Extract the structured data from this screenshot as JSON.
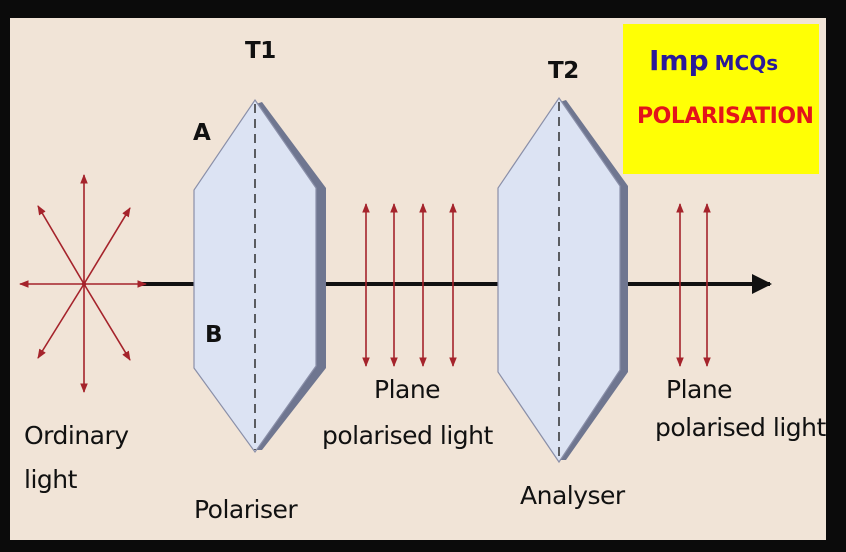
{
  "labels": {
    "t1": "T1",
    "t2": "T2",
    "a": "A",
    "b": "B",
    "ordinary_light_line1": "Ordinary",
    "ordinary_light_line2": "light",
    "plane_polarised_mid_line1": "Plane",
    "plane_polarised_mid_line2": "polarised light",
    "plane_polarised_right_line1": "Plane",
    "plane_polarised_right_line2": "polarised light",
    "polariser": "Polariser",
    "analyser": "Analyser"
  },
  "badge": {
    "imp": "Imp",
    "mcqs": "MCQs",
    "topic": "POLARISATION"
  },
  "colors": {
    "background": "#f1e4d7",
    "crystal_fill": "#dce3f3",
    "crystal_edge": "#6f7690",
    "arrow_red": "#a5232b",
    "beam": "#111111",
    "badge_bg": "#ffff05",
    "badge_blue": "#2a1a99",
    "badge_red": "#e3141a"
  }
}
